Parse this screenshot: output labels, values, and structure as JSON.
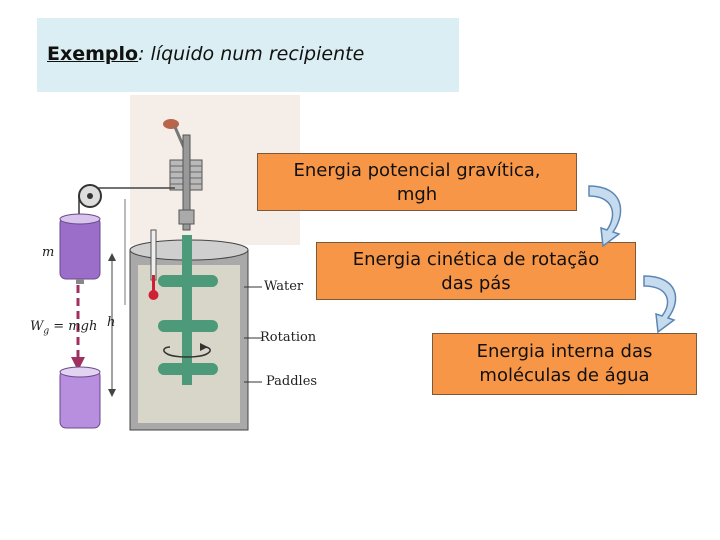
{
  "slide": {
    "title_keyword": "Exemplo",
    "title_rest": ": líquido num recipiente"
  },
  "figure": {
    "labels": {
      "mass": "m",
      "work": "W",
      "work_sub": "g",
      "work_eq": " = mgh",
      "height": "h",
      "water": "Water",
      "rotation": "Rotation",
      "paddles": "Paddles"
    }
  },
  "boxes": [
    {
      "line1": "Energia potencial gravítica,",
      "line2": "mgh"
    },
    {
      "line1": "Energia cinética de rotação",
      "line2": "das pás"
    },
    {
      "line1": "Energia interna das",
      "line2": "moléculas de água"
    }
  ],
  "colors": {
    "title_bg": "#dbeef3",
    "box_fill": "#f79646",
    "arrow_fill": "#c6dcee",
    "arrow_stroke": "#5b87b5"
  }
}
